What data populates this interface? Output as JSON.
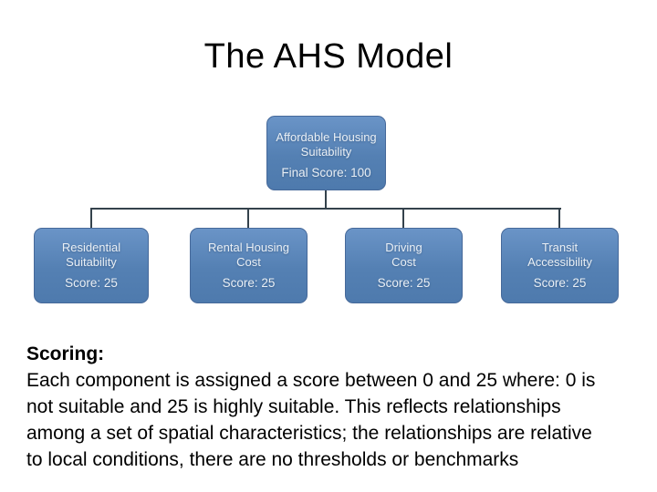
{
  "slide": {
    "title": "The AHS Model"
  },
  "diagram": {
    "root": {
      "name_lines": [
        "Affordable Housing",
        "Suitability"
      ],
      "score": "Final Score: 100"
    },
    "children": [
      {
        "name_lines": [
          "Residential",
          "Suitability"
        ],
        "score": "Score: 25"
      },
      {
        "name_lines": [
          "Rental Housing",
          "Cost"
        ],
        "score": "Score: 25"
      },
      {
        "name_lines": [
          "Driving",
          "Cost"
        ],
        "score": "Score: 25"
      },
      {
        "name_lines": [
          "Transit",
          "Accessibility"
        ],
        "score": "Score: 25"
      }
    ]
  },
  "body": {
    "heading": "Scoring:",
    "lines": [
      "Each component is assigned a score between 0 and 25 where: 0 is",
      "not suitable and 25 is highly suitable. This reflects relationships",
      "among a set of spatial characteristics; the relationships are relative",
      "to local conditions, there are no thresholds or benchmarks"
    ]
  },
  "colors": {
    "title-text": "#000000",
    "body-text": "#000000",
    "box-fill-top": "#6a94c7",
    "box-fill": "#5480b3",
    "box-fill-bottom": "#4e7aad",
    "box-border": "#46699a",
    "box-text": "#e9eff5",
    "connector": "#34424c"
  }
}
